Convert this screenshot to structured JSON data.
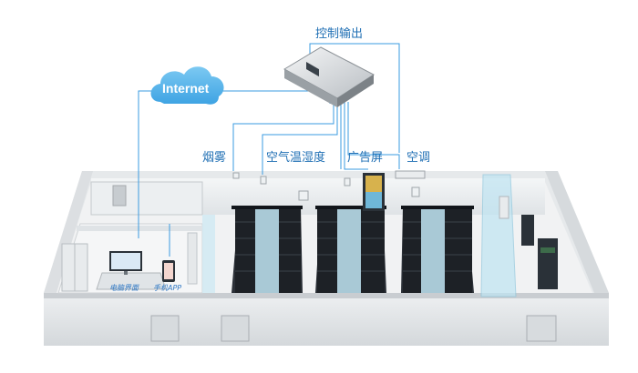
{
  "labels": {
    "control_output": "控制输出",
    "internet": "Internet",
    "smoke": "烟雾",
    "air_temp_humidity": "空气温湿度",
    "ad_screen": "广告屏",
    "air_conditioner": "空调",
    "pc_ui": "电脑界面",
    "mobile_app": "手机APP"
  },
  "colors": {
    "line": "#3a9be0",
    "cloud": "#4fb3ea",
    "text": "#1f6fb4",
    "rack": "#1d2126",
    "glass": "#bfe4f2"
  }
}
